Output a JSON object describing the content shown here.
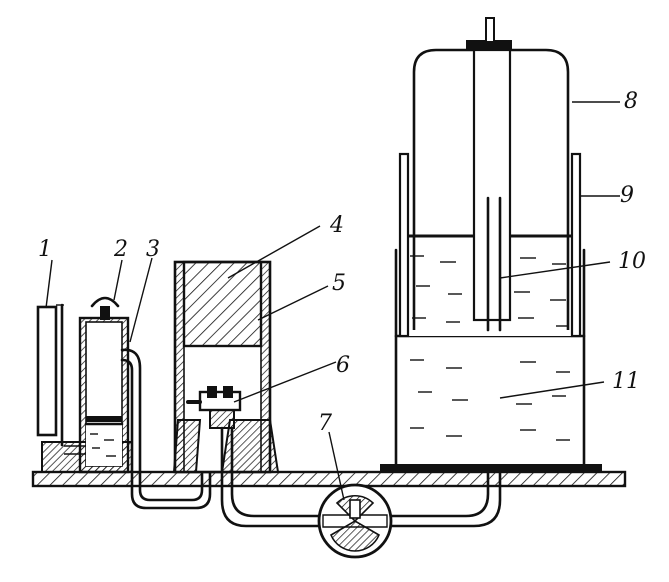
{
  "labels": [
    "1",
    "2",
    "3",
    "4",
    "5",
    "6",
    "7",
    "8",
    "9",
    "10",
    "11"
  ],
  "colors": {
    "ink": "#111111",
    "paper": "#ffffff"
  }
}
